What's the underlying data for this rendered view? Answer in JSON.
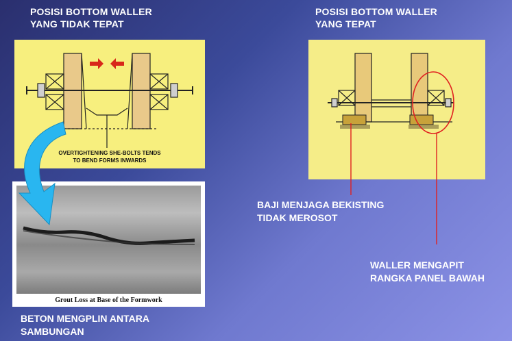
{
  "left_title": "POSISI BOTTOM WALLER\nYANG TIDAK TEPAT",
  "right_title": "POSISI BOTTOM WALLER\nYANG TEPAT",
  "left_diagram_caption": "OVERTIGHTENING SHE-BOLTS TENDS\nTO BEND FORMS INWARDS",
  "photo_caption": "Grout Loss at Base of the Formwork",
  "note_wedge": "BAJI MENJAGA BEKISTING\nTIDAK MEROSOT",
  "note_waller": "WALLER MENGAPIT\nRANGKA PANEL BAWAH",
  "note_concrete": "BETON MENGPLIN ANTARA\nSAMBUNGAN",
  "colors": {
    "background_dark": "#2a2f6e",
    "background_light": "#8c92e6",
    "panel_yellow": "#f7ef7e",
    "callout_red": "#e02020",
    "flow_arrow": "#29b6f0",
    "text": "#ffffff"
  }
}
